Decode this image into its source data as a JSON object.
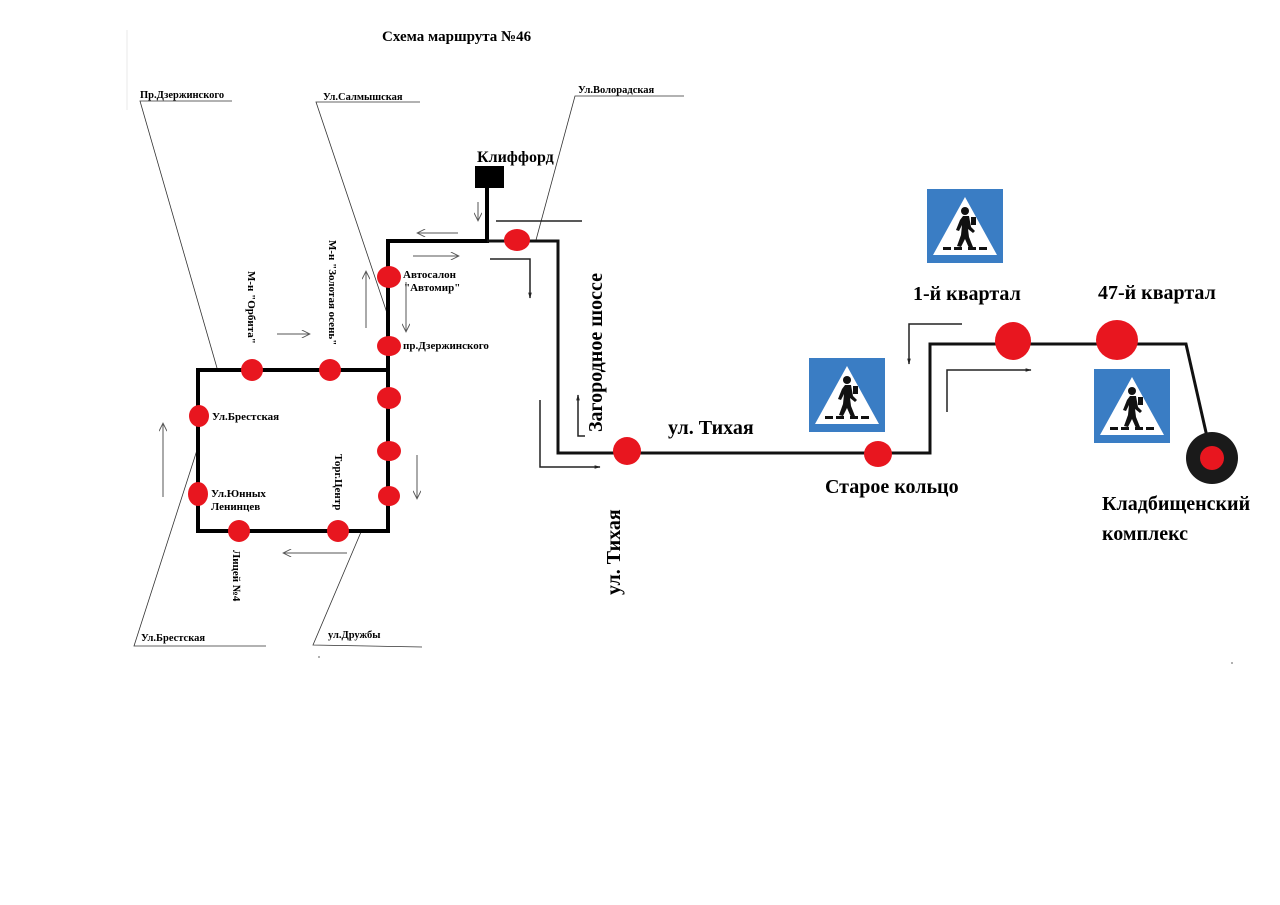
{
  "title": "Схема маршрута №46",
  "colors": {
    "stop": "#e8161f",
    "route": "#000000",
    "sign_blue": "#3a7dc4",
    "terminal_ring": "#1a1a1a"
  },
  "depot": {
    "label": "Клиффорд",
    "icon": "depot-square-icon"
  },
  "streets": {
    "pr_dzerzhinskogo_top": "Пр.Дзержинского",
    "ul_salmyshskaya": "Ул.Салмышская",
    "ul_volorodskaya": "Ул.Волорадская",
    "ul_brestskaya_bottom": "Ул.Брестская",
    "ul_druzhby": "ул.Дружбы",
    "zagorodnoe_shosse": "Загородное шоссе",
    "ul_tikhaya_vertical": "ул. Тихая",
    "ul_tikhaya_horizontal": "ул. Тихая"
  },
  "stops": {
    "avtosalon_line1": "Автосалон",
    "avtosalon_line2": "\"Автомир\"",
    "pr_dzerzhinskogo": "пр.Дзержинского",
    "mn_orbita": "М-н \"Орбита\"",
    "mn_zolotaya_osen": "М-н \"Золотая осень\"",
    "ul_brestskaya": "Ул.Брестская",
    "ul_yunykh_lenintsev_line1": "Ул.Юнных",
    "ul_yunykh_lenintsev_line2": "Ленинцев",
    "torg_tsentr": "Торг.Центр",
    "litsey_4": "Лицей №4",
    "staroe_koltso": "Старое кольцо",
    "kvartal_1": "1-й квартал",
    "kvartal_47": "47-й квартал",
    "terminal_line1": "Кладбищенский",
    "terminal_line2": "комплекс"
  },
  "signs": [
    {
      "icon": "pedestrian-crossing-icon"
    },
    {
      "icon": "pedestrian-crossing-icon"
    },
    {
      "icon": "pedestrian-crossing-icon"
    }
  ]
}
